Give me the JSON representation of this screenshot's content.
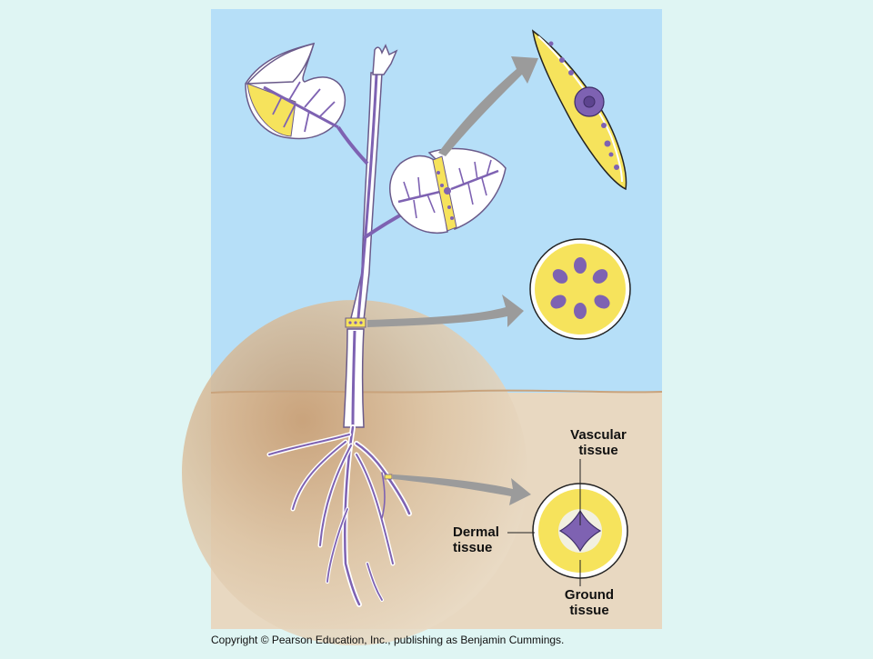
{
  "labels": {
    "vascular": [
      "Vascular",
      "tissue"
    ],
    "dermal": [
      "Dermal",
      "tissue"
    ],
    "ground": [
      "Ground",
      "tissue"
    ]
  },
  "copyright": "Copyright © Pearson Education, Inc., publishing as Benjamin Cummings.",
  "colors": {
    "page_background": "#dff5f3",
    "sky": "#b6dff8",
    "soil": "#e8d8c1",
    "soil_shadow": "#c9a37c",
    "vascular_purple": "#7e62b2",
    "ground_yellow": "#f6e35c",
    "dermal_white": "#ffffff",
    "arrow_gray": "#9b9b9b"
  }
}
